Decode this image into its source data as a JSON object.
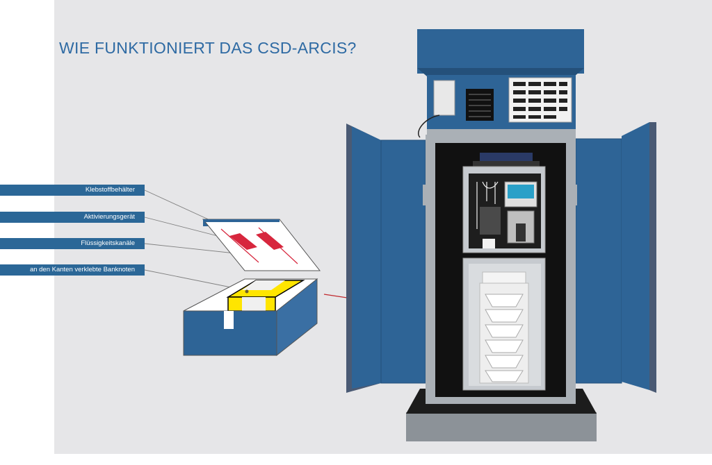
{
  "title": "WIE FUNKTIONIERT DAS CSD-ARCIS?",
  "labels": [
    {
      "text": "Klebstoffbehälter"
    },
    {
      "text": "Aktivierungsgerät"
    },
    {
      "text": "Flüssigkeitskanäle"
    },
    {
      "text": "an den Kanten verklebte Banknoten"
    }
  ],
  "colors": {
    "background": "#e6e6e8",
    "title": "#2e6aa3",
    "label_bar": "#2b6797",
    "cabinet_blue": "#2e6496",
    "door_dark": "#4a5a74",
    "glue_red": "#d7263d",
    "banknote_yellow": "#ffe500",
    "arrow_red": "#c0282d"
  }
}
